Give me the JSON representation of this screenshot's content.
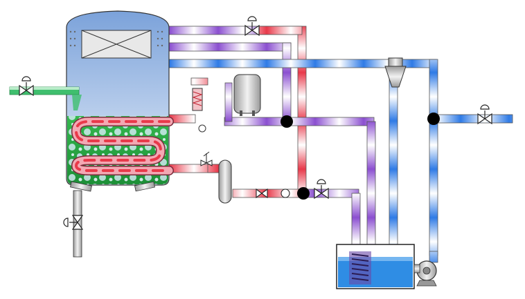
{
  "diagram": {
    "colors": {
      "hot": "#e8394a",
      "cold": "#2f7be6",
      "warm": "#8b4fd0",
      "feed": "#3fbf6e",
      "vessel_top": "#7ba2da",
      "vessel_bottom": "#dfe9f7",
      "liquid": "#2eb04a",
      "tank_water": "#2f8de4",
      "steel": "#c8c8c8",
      "junction": "#000000",
      "outline": "#333333"
    },
    "components": [
      {
        "id": "evaporator-vessel",
        "icon": "vessel-icon"
      },
      {
        "id": "demister-pad",
        "icon": "mesh-icon"
      },
      {
        "id": "heating-coil",
        "icon": "coil-icon"
      },
      {
        "id": "feed-inlet-valve",
        "icon": "valve-icon"
      },
      {
        "id": "drain-valve",
        "icon": "valve-icon"
      },
      {
        "id": "vapour-line-valve",
        "icon": "valve-icon"
      },
      {
        "id": "product-outlet-valve",
        "icon": "valve-icon"
      },
      {
        "id": "condensate-valve",
        "icon": "valve-icon"
      },
      {
        "id": "receiver-tank",
        "icon": "tank-icon"
      },
      {
        "id": "heat-exchanger",
        "icon": "exchanger-icon"
      },
      {
        "id": "separator",
        "icon": "separator-icon"
      },
      {
        "id": "ejector",
        "icon": "ejector-icon"
      },
      {
        "id": "cooling-water-tank",
        "icon": "tank-icon"
      },
      {
        "id": "circulation-pump",
        "icon": "pump-icon"
      }
    ]
  }
}
